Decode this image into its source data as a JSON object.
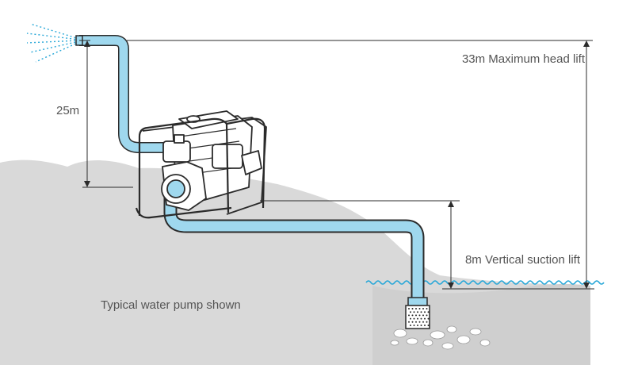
{
  "labels": {
    "max_head_lift": "33m Maximum head lift",
    "discharge_height": "25m",
    "suction_lift": "8m Vertical suction lift",
    "caption": "Typical water pump shown"
  },
  "colors": {
    "ground": "#d9d9d9",
    "water": "#9fd8ee",
    "water_line": "#2aa8d8",
    "line": "#2b2b2b",
    "text": "#555555"
  },
  "icons": {
    "pump": "water-pump-icon",
    "spray": "water-spray-icon",
    "strainer": "strainer-icon"
  }
}
